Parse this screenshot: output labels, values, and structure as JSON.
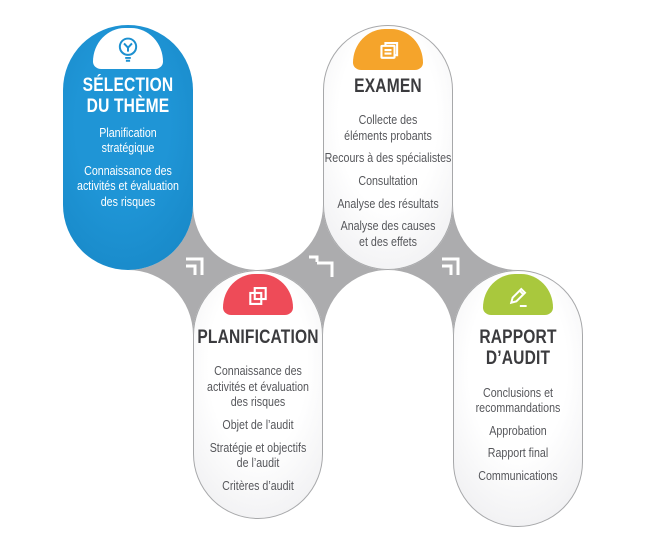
{
  "stages": [
    {
      "title": "SÉLECTION\nDU THÈME",
      "icon": "lightbulb-icon",
      "card_color": "#1C90D0",
      "badge_color": "#FFFFFF",
      "items": [
        "Planification\nstratégique",
        "Connaissance des\nactivités et évaluation\ndes risques"
      ]
    },
    {
      "title": "EXAMEN",
      "icon": "documents-icon",
      "card_color": "#FFFFFF",
      "badge_color": "#F5A42B",
      "items": [
        "Collecte des\néléments probants",
        "Recours à des spécialistes",
        "Consultation",
        "Analyse des résultats",
        "Analyse des causes\net des effets"
      ]
    },
    {
      "title": "PLANIFICATION",
      "icon": "overlapping-squares-icon",
      "card_color": "#FFFFFF",
      "badge_color": "#EE4B58",
      "items": [
        "Connaissance des\nactivités et évaluation\ndes risques",
        "Objet de l’audit",
        "Stratégie et objectifs\nde l’audit",
        "Critères d’audit"
      ]
    },
    {
      "title": "RAPPORT D’AUDIT",
      "icon": "pencil-icon",
      "card_color": "#FFFFFF",
      "badge_color": "#A9C83D",
      "items": [
        "Conclusions et\nrecommandations",
        "Approbation",
        "Rapport final",
        "Communications"
      ]
    }
  ],
  "connectors": {
    "color": "#ACACAE",
    "arrow_color": "#FFFFFF"
  },
  "text_colors": {
    "title": "#3B3B3E",
    "body": "#56575B"
  }
}
